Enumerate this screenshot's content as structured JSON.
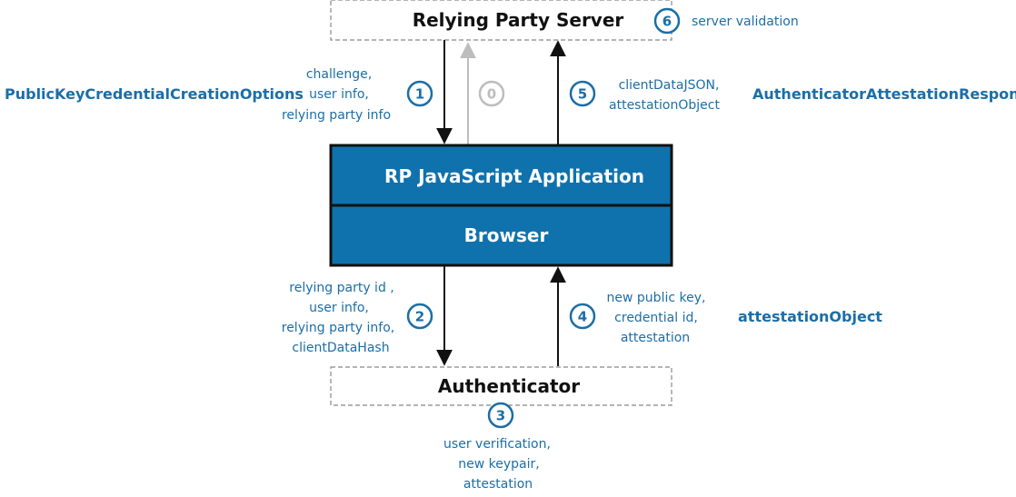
{
  "nodes": {
    "server": "Relying Party Server",
    "app": "RP JavaScript Application",
    "browser": "Browser",
    "authenticator": "Authenticator"
  },
  "steps": {
    "s0": "0",
    "s1": "1",
    "s2": "2",
    "s3": "3",
    "s4": "4",
    "s5": "5",
    "s6": "6"
  },
  "annotations": {
    "server_validation": "server validation",
    "step1": [
      "challenge,",
      "user info,",
      "relying party info"
    ],
    "step5": [
      "clientDataJSON,",
      "attestationObject"
    ],
    "step2": [
      "relying party id ,",
      "user info,",
      "relying party info,",
      "clientDataHash"
    ],
    "step4": [
      "new public key,",
      "credential id,",
      "attestation"
    ],
    "step3": [
      "user verification,",
      "new keypair,",
      "attestation"
    ]
  },
  "side_labels": {
    "left_top": "PublicKeyCredentialCreationOptions",
    "right_top": "AuthenticatorAttestationResponse",
    "right_mid": "attestationObject"
  },
  "colors": {
    "blue": "#0f72ad",
    "text_blue": "#1b6ea7",
    "gray": "#bdbdbd",
    "dark": "#111111"
  }
}
